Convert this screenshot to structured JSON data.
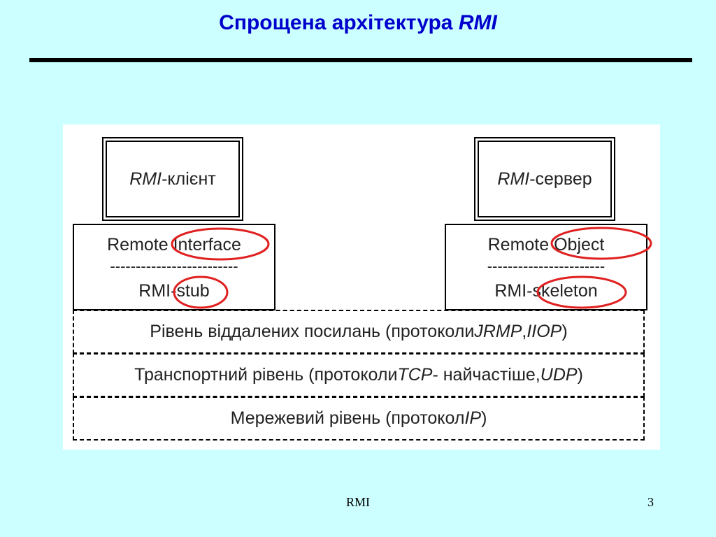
{
  "slide": {
    "title_main": "Спрощена архітектура ",
    "title_italic": "RMI",
    "footer_center": "RMI",
    "page_number": "3"
  },
  "client": {
    "app_italic": "RMI",
    "app_rest": "-клієнт",
    "top_line": "Remote Interface",
    "separator": "-------------------------",
    "bottom_line": "RMI-stub"
  },
  "server": {
    "app_italic": "RMI",
    "app_rest": "-сервер",
    "top_line": "Remote Object",
    "separator": "-----------------------",
    "bottom_line": "RMI-skeleton"
  },
  "layers": {
    "remote_ref": {
      "pre": "Рівень віддалених посилань (протоколи ",
      "it1": "JRMP",
      "mid": ", ",
      "it2": "IIOP",
      "post": ")"
    },
    "transport": {
      "pre": "Транспортний рівень (протоколи ",
      "it1": "TCP",
      "mid": " - найчастіше, ",
      "it2": "UDP",
      "post": ")"
    },
    "network": {
      "pre": "Мережевий рівень (протокол ",
      "it1": "IP",
      "post": ")"
    }
  },
  "colors": {
    "title": "#0000cc",
    "background": "#ccffff",
    "highlight_ellipse": "#e02020"
  }
}
